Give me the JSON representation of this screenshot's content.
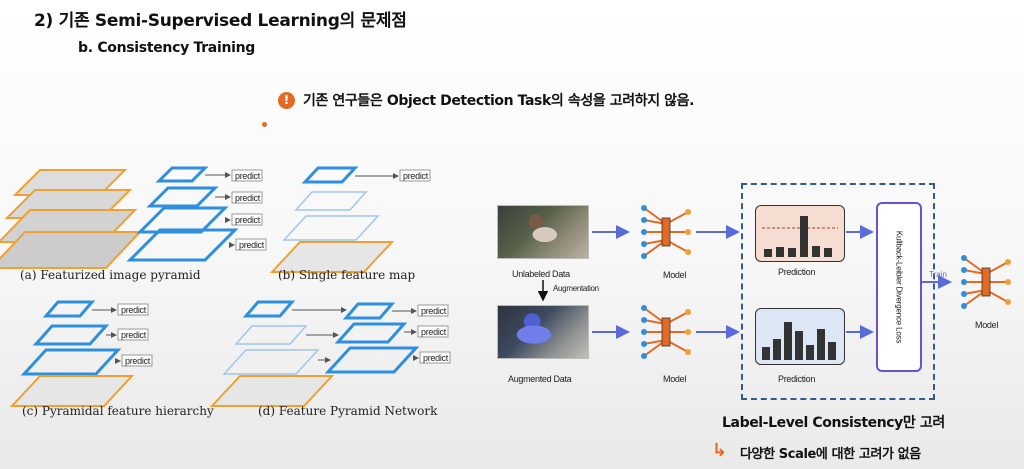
{
  "header": {
    "title": "2) 기존 Semi-Supervised Learning의 문제점",
    "subtitle": "b. Consistency Training"
  },
  "warning": {
    "icon": "exclamation-icon",
    "text": "기존 연구들은 Object Detection Task의 속성을 고려하지 않음."
  },
  "pyramids": {
    "predict_label": "predict",
    "captions": {
      "a": "(a) Featurized image pyramid",
      "b": "(b) Single feature map",
      "c": "(c) Pyramidal feature hierarchy",
      "d": "(d) Feature Pyramid Network"
    }
  },
  "pipeline": {
    "unlabeled_label": "Unlabeled Data",
    "augmentation_label": "Augmentation",
    "augmented_label": "Augmented Data",
    "model_label": "Model",
    "prediction_label": "Prediction",
    "loss_label": "Kullback-Leibler Divergence Loss",
    "train_label": "Train",
    "colors": {
      "arrow": "#5a6ad8",
      "accent_orange": "#e46a23",
      "pyramid_blue": "#2e8fdc",
      "pyramid_orange": "#f0a030",
      "pred_top_bg": "#f6ddd2",
      "pred_bottom_bg": "#dde6f5"
    }
  },
  "footer": {
    "line1": "Label-Level Consistency만 고려",
    "line2": "다양한 Scale에 대한 고려가 없음"
  }
}
